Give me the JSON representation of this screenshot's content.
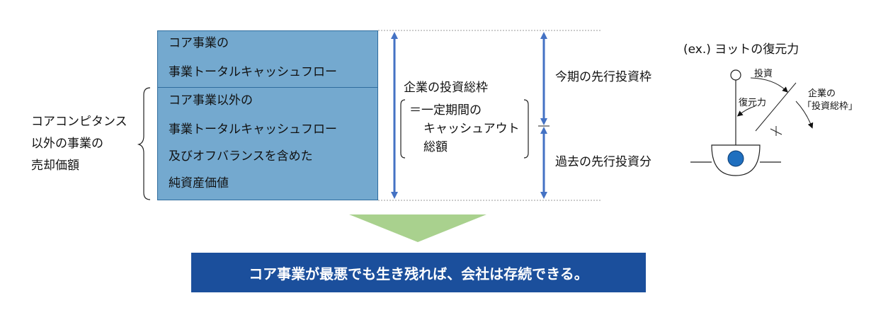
{
  "box": {
    "top_lines": [
      "コア事業の",
      "事業トータルキャッシュフロー"
    ],
    "bottom_lines": [
      "コア事業以外の",
      "事業トータルキャッシュフロー",
      "及びオフバランスを含めた",
      "純資産価値"
    ]
  },
  "sale": {
    "lines": [
      "コアコンピタンス",
      "以外の事業の",
      "売却価額"
    ]
  },
  "investment": {
    "title": "企業の投資総枠",
    "definition": [
      "＝一定期間の",
      "キャッシュアウト",
      "総額"
    ]
  },
  "periods": {
    "current": "今期の先行投資枠",
    "past": "過去の先行投資分"
  },
  "example": {
    "title": "(ex.) ヨットの復元力",
    "investment": "投資",
    "restoring_force": "復元力",
    "corp_line1": "企業の",
    "corp_line2": "「投資総枠」"
  },
  "banner": {
    "text": "コア事業が最悪でも生き残れば、会社は存続できる。"
  },
  "colors": {
    "box_fill": "#74a9cf",
    "arrow": "#4472c4",
    "triangle": "#a9d18e",
    "banner": "#1b4f9c",
    "keel": "#1f6fbf"
  }
}
